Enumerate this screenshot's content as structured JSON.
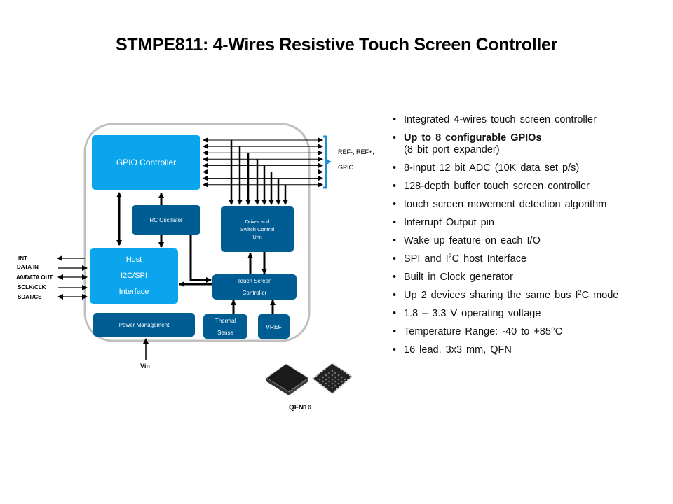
{
  "title": "STMPE811: 4-Wires Resistive Touch Screen Controller",
  "colors": {
    "block_light": "#0aa5ec",
    "block_dark": "#005d94",
    "container_border": "#c0c0c0",
    "bracket": "#1a8fd6"
  },
  "diagram": {
    "blocks": {
      "gpio_controller": "GPIO Controller",
      "rc_oscillator": "RC Oscillator",
      "driver_switch": [
        "Driver and",
        "Switch Control",
        "Unit"
      ],
      "host_interface": [
        "Host",
        "I2C/SPI",
        "Interface"
      ],
      "touch_screen_controller": [
        "Touch Screen",
        "Controller"
      ],
      "power_management": "Power Management",
      "thermal_sense": [
        "Thermal",
        "Sense"
      ],
      "vref": "VREF"
    },
    "signals": {
      "int": "INT",
      "data_in": "DATA IN",
      "a0_data_out": "A0/DATA  OUT",
      "sclk_clk": "SCLK/CLK",
      "sdat_cs": "SDAT/CS",
      "vin": "Vin"
    },
    "ref_labels": [
      "REF-,  REF+,",
      "GPIO"
    ],
    "gpio_lines": 8,
    "package_label": "QFN16"
  },
  "features": [
    {
      "text": "Integrated  4-wires  touch  screen  controller"
    },
    {
      "text": "Up  to  8  configurable  GPIOs",
      "sub": "(8 bit port expander)",
      "bold": true
    },
    {
      "text": "8-input  12  bit  ADC  (10K  data  set  p/s)"
    },
    {
      "text": "128-depth  buffer touch  screen  controller"
    },
    {
      "text": "touch  screen  movement  detection  algorithm"
    },
    {
      "text": "Interrupt  Output  pin"
    },
    {
      "text": "Wake  up  feature  on  each  I/O"
    },
    {
      "pre": "SPI  and  I",
      "sup": "2",
      "post": "C  host  Interface"
    },
    {
      "text": "Built  in  Clock  generator"
    },
    {
      "pre": "Up  2  devices  sharing  the  same  bus  I",
      "sup": "2",
      "post": "C  mode"
    },
    {
      "text": "1.8 – 3.3  V  operating  voltage"
    },
    {
      "text": "Temperature  Range:  -40  to  +85°C"
    },
    {
      "text": "16  lead,  3x3  mm,  QFN"
    }
  ]
}
